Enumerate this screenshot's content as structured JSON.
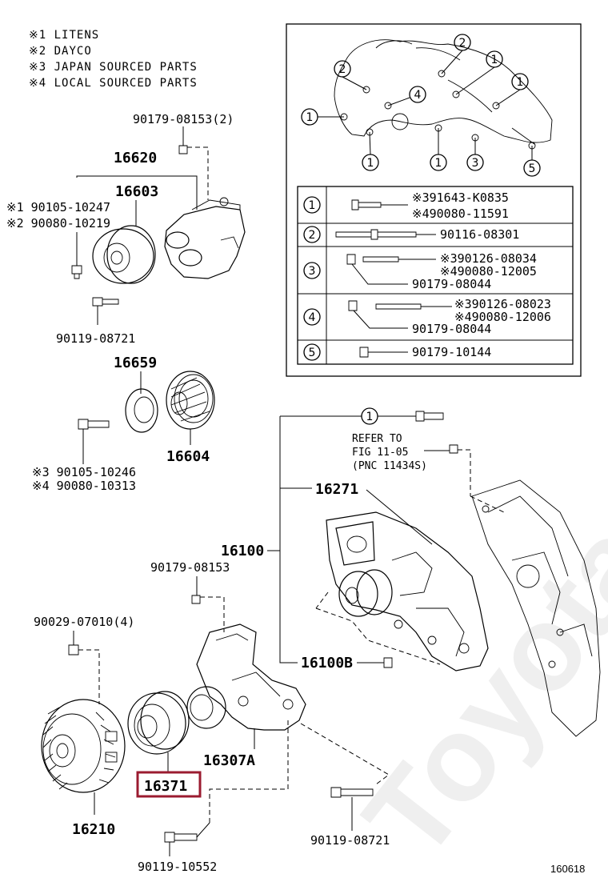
{
  "notes": [
    {
      "mark": "※1",
      "text": "LITENS"
    },
    {
      "mark": "※2",
      "text": "DAYCO"
    },
    {
      "mark": "※3",
      "text": "JAPAN SOURCED PARTS"
    },
    {
      "mark": "※4",
      "text": "LOCAL SOURCED PARTS"
    }
  ],
  "inset": {
    "callouts": [
      "2",
      "2",
      "1",
      "1",
      "4",
      "1",
      "1",
      "1",
      "3",
      "5"
    ],
    "rows": [
      {
        "num": "1",
        "lines": [
          {
            "mark": "※3",
            "pn": "91643-K0835"
          },
          {
            "mark": "※4",
            "pn": "90080-11591"
          }
        ]
      },
      {
        "num": "2",
        "lines": [
          {
            "mark": "",
            "pn": "90116-08301"
          }
        ]
      },
      {
        "num": "3",
        "lines": [
          {
            "mark": "※3",
            "pn": "90126-08034"
          },
          {
            "mark": "※4",
            "pn": "90080-12005"
          },
          {
            "mark": "",
            "pn": "90179-08044"
          }
        ]
      },
      {
        "num": "4",
        "lines": [
          {
            "mark": "※3",
            "pn": "90126-08023"
          },
          {
            "mark": "※4",
            "pn": "90080-12006"
          },
          {
            "mark": "",
            "pn": "90179-08044"
          }
        ]
      },
      {
        "num": "5",
        "lines": [
          {
            "mark": "",
            "pn": "90179-10144"
          }
        ]
      }
    ]
  },
  "labels": {
    "p90179_08153_2": "90179-08153(2)",
    "p16620": "16620",
    "p16603": "16603",
    "p90105_10247_mark": "※1",
    "p90105_10247": "90105-10247",
    "p90080_10219_mark": "※2",
    "p90080_10219": "90080-10219",
    "p90119_08721_a": "90119-08721",
    "p16659": "16659",
    "p16604": "16604",
    "p90105_10246_mark": "※3",
    "p90105_10246": "90105-10246",
    "p90080_10313_mark": "※4",
    "p90080_10313": "90080-10313",
    "circle1": "1",
    "refer1": "REFER TO",
    "refer2": "FIG 11-05",
    "refer3": "(PNC 11434S)",
    "p16271": "16271",
    "p16100": "16100",
    "p16100B": "16100B",
    "p90179_08153": "90179-08153",
    "p90029_07010": "90029-07010(4)",
    "p16307A": "16307A",
    "p16371": "16371",
    "p16210": "16210",
    "p90119_10552": "90119-10552",
    "p90119_08721_b": "90119-08721",
    "diagram_no": "160618"
  },
  "colors": {
    "highlight": "#9b1b30",
    "ink": "#000000"
  },
  "watermark_text": "ToyotaCamry.ru"
}
